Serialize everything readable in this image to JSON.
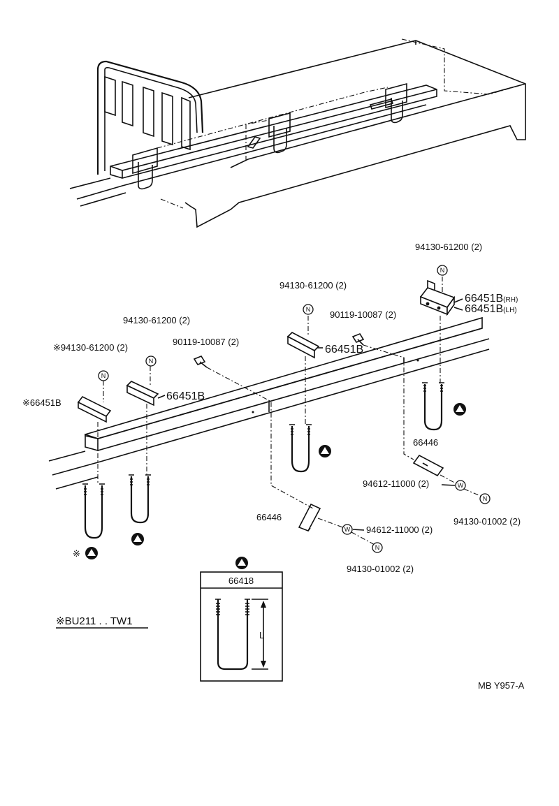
{
  "labels": {
    "bolt_top_right": "94130-61200 (2)",
    "bracket_rh": "66451B",
    "bracket_rh_suffix": "(RH)",
    "bracket_lh": "66451B",
    "bracket_lh_suffix": "(LH)",
    "bolt_mid": "94130-61200 (2)",
    "screw_mid": "90119-10087 (2)",
    "bracket_mid": "66451B",
    "bolt_left": "94130-61200 (2)",
    "bolt_left_star": "※94130-61200 (2)",
    "screw_left": "90119-10087 (2)",
    "bracket_left": "66451B",
    "bracket_left_star": "※66451B",
    "plate_right": "66446",
    "washer_right": "94612-11000 (2)",
    "nut_right": "94130-01002 (2)",
    "plate_mid": "66446",
    "washer_mid": "94612-11000 (2)",
    "nut_mid": "94130-01002 (2)",
    "star_mark": "※",
    "ubolt_part": "66418",
    "ubolt_length": "L",
    "note": "※BU211 . . TW1",
    "drawing_id": "MB Y957-A"
  },
  "symbols": {
    "nut": "N",
    "washer": "W"
  }
}
